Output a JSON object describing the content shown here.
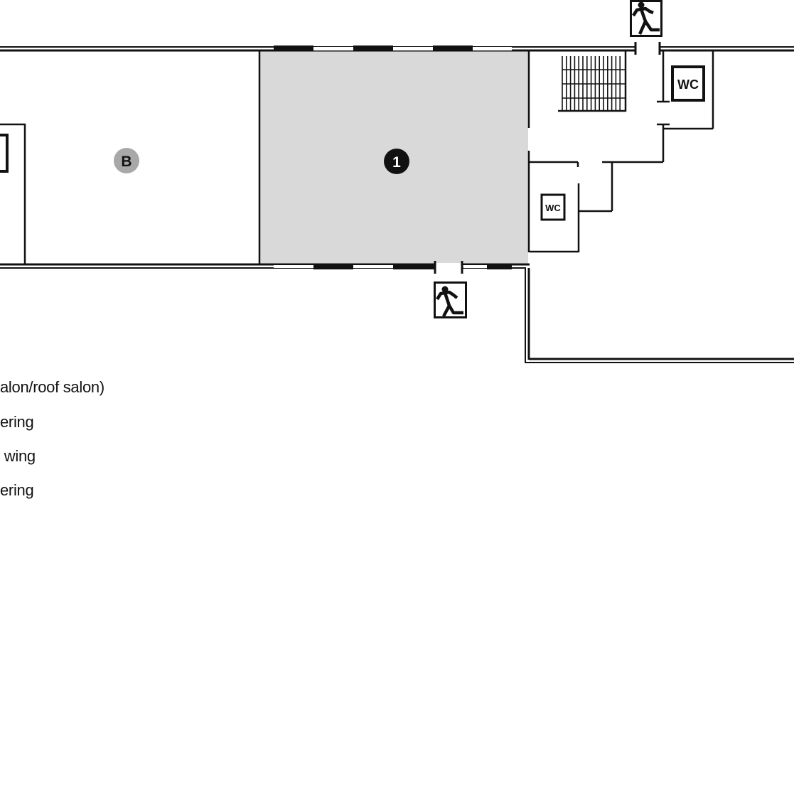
{
  "floor_plan": {
    "rooms": [
      {
        "label": "B",
        "marker_color": "#a8a8a8"
      },
      {
        "label": "1",
        "marker_color": "#111111",
        "fill_color": "#d9d9d9"
      }
    ],
    "signs": {
      "wc_upper": "WC",
      "wc_lower": "WC",
      "exit_icon": "emergency-exit-running-man-icon"
    }
  },
  "legend": {
    "items": [
      "alon/roof salon)",
      "ering",
      " wing",
      "ering"
    ]
  }
}
